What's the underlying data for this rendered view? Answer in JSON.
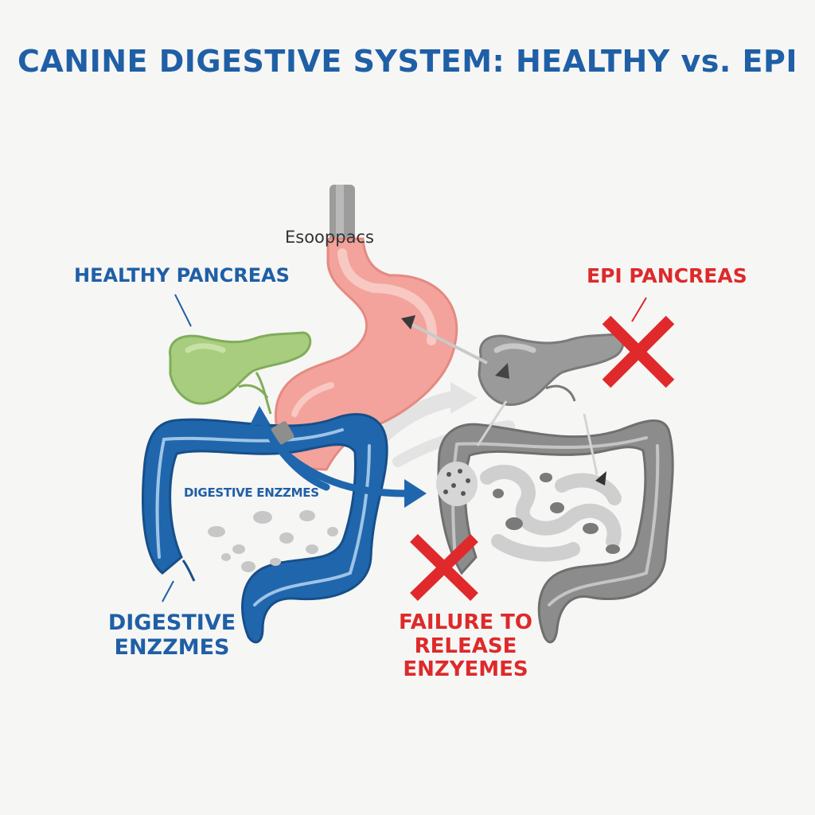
{
  "title": "CANINE DIGESTIVE SYSTEM: HEALTHY vs. EPI",
  "labels": {
    "esophagus": "Esooppacs",
    "healthy_pancreas": "HEALTHY PANCREAS",
    "epi_pancreas": "EPI PANCREAS",
    "digestive_enzymes_inner": "DIGESTIVE ENZZMES",
    "digestive_enzymes_bottom": [
      "DIGESTIVE",
      "ENZZMES"
    ],
    "failure": [
      "FAILURE TO",
      "RELEASE",
      "ENZYEMES"
    ]
  },
  "colors": {
    "title": "#1f5fa6",
    "healthy_text": "#1f5fa6",
    "healthy_intestine": "#1f66ad",
    "healthy_intestine_highlight": "#9ec4e6",
    "healthy_pancreas": "#a8cd7f",
    "stomach": "#f3a39b",
    "stomach_highlight": "#f8c7c0",
    "esophagus_tube": "#9a9a9a",
    "epi_text": "#dd2a2a",
    "epi_organs": "#8c8c8c",
    "epi_organs_light": "#c4c4c4",
    "cross": "#e0292b",
    "flow_arrow": "#e2e2e2"
  },
  "icons": [
    "cross-mark-icon",
    "cross-mark-icon",
    "arrow-icon"
  ]
}
